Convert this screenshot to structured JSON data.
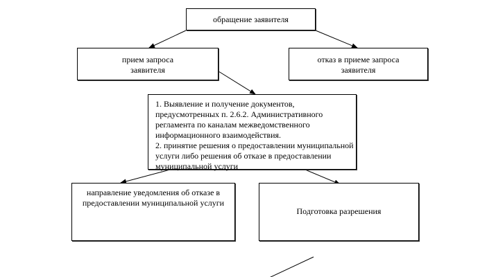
{
  "nodes": {
    "root": {
      "lines": [
        "обращение заявителя"
      ]
    },
    "accept": {
      "lines": [
        "прием запроса",
        "заявителя"
      ]
    },
    "reject": {
      "lines": [
        "отказ в приеме запроса",
        "заявителя"
      ]
    },
    "steps": {
      "lines": [
        "1.    Выявление и получение документов,",
        "предусмотренных п. 2.6.2. Административного",
        "регламента по каналам межведомственного",
        "информационного взаимодействия.",
        "2. принятие решения о предоставлении муниципальной",
        "услуги либо решения об отказе в предоставлении",
        "муниципальной  услуги"
      ]
    },
    "notify": {
      "lines": [
        "направление уведомления об отказе в",
        "предоставлении муниципальной  услуги"
      ]
    },
    "prep": {
      "lines": [
        "Подготовка разрешения"
      ]
    }
  },
  "edges": [
    {
      "from": "root",
      "to": "accept"
    },
    {
      "from": "root",
      "to": "reject"
    },
    {
      "from": "accept",
      "to": "steps"
    },
    {
      "from": "steps",
      "to": "notify"
    },
    {
      "from": "steps",
      "to": "prep"
    },
    {
      "from": "prep",
      "to": ""
    }
  ]
}
